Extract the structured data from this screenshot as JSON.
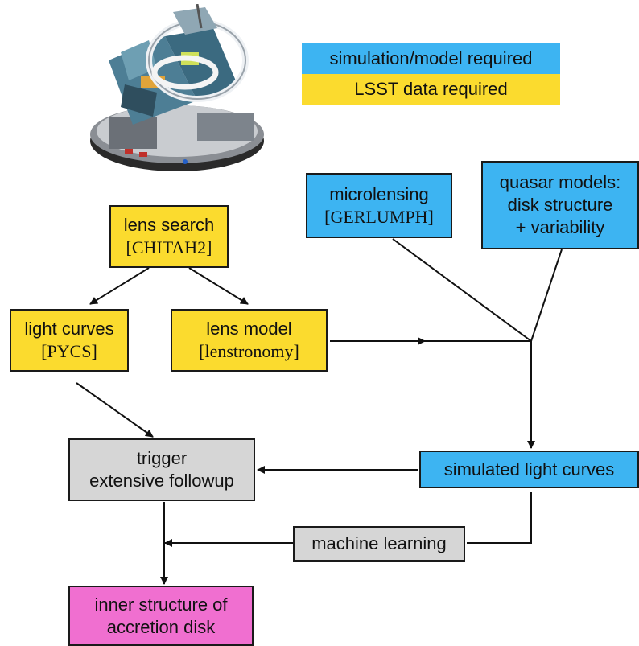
{
  "colors": {
    "simulation": "#3db4f2",
    "lsst": "#fbdb2e",
    "neutral": "#d6d6d6",
    "result": "#f06fd0",
    "line": "#111111"
  },
  "legend": {
    "simulation": "simulation/model required",
    "lsst": "LSST data required"
  },
  "nodes": {
    "lens_search": {
      "line1": "lens search",
      "line2": "[CHITAH2]"
    },
    "light_curves": {
      "line1": "light curves",
      "line2": "[PYCS]"
    },
    "lens_model": {
      "line1": "lens model",
      "line2": "[lenstronomy]"
    },
    "microlensing": {
      "line1": "microlensing",
      "line2": "[GERLUMPH]"
    },
    "quasar_models": {
      "line1": "quasar models:",
      "line2": "disk structure",
      "line3": "+ variability"
    },
    "simulated_light_curves": {
      "line1": "simulated light curves"
    },
    "trigger": {
      "line1": "trigger",
      "line2": "extensive followup"
    },
    "machine_learning": {
      "line1": "machine learning"
    },
    "inner_structure": {
      "line1": "inner structure of",
      "line2": "accretion disk"
    }
  },
  "icons": {
    "telescope": "telescope-icon"
  }
}
